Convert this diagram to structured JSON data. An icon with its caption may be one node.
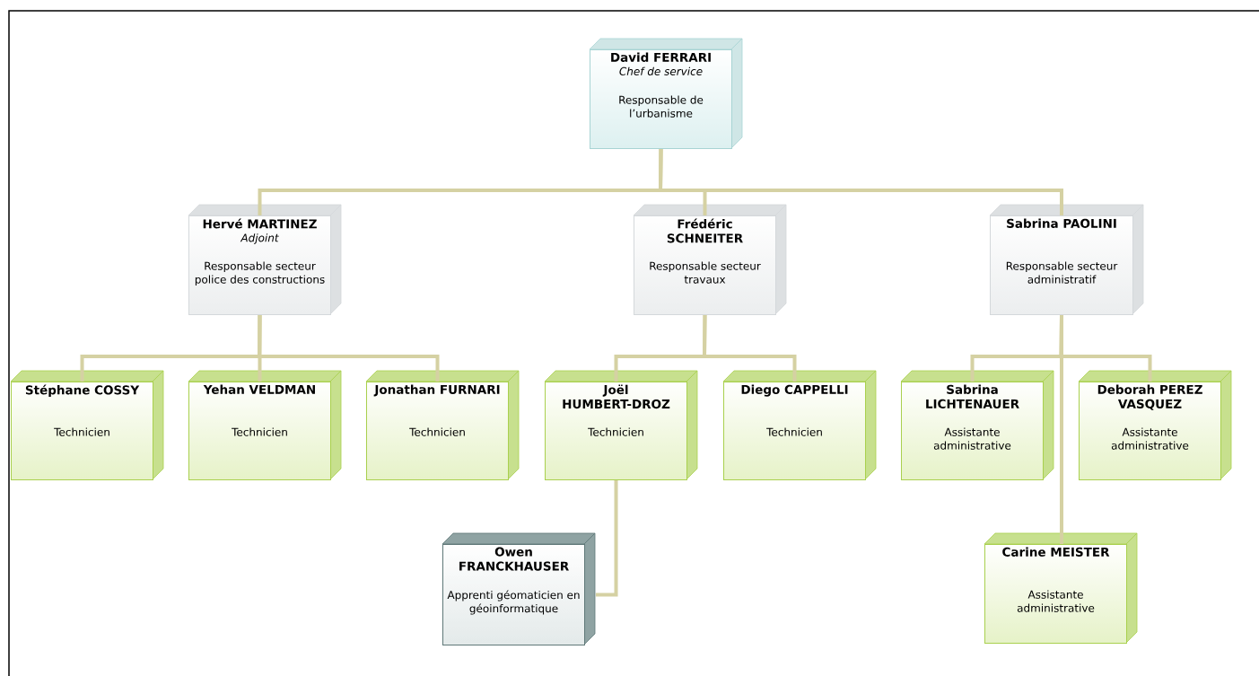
{
  "diagram": {
    "nodes": [
      {
        "text": [
          "David FERRARI",
          "Chef de service",
          "Responsable de l’urbanisme"
        ]
      },
      {
        "text": [
          "Hervé MARTINEZ",
          "Adjoint",
          "Responsable secteur police des constructions"
        ]
      },
      {
        "text": [
          "Frédéric SCHNEITER",
          "Responsable secteur travaux"
        ]
      },
      {
        "text": [
          "Sabrina PAOLINI",
          "Responsable secteur administratif"
        ]
      },
      {
        "text": [
          "Stéphane COSSY",
          "Technicien"
        ]
      },
      {
        "text": [
          "Yehan VELDMAN",
          "Technicien"
        ]
      },
      {
        "text": [
          "Jonathan FURNARI",
          "Technicien"
        ]
      },
      {
        "text": [
          "Joël HUMBERT-DROZ",
          "Technicien"
        ]
      },
      {
        "text": [
          "Diego CAPPELLI",
          "Technicien"
        ]
      },
      {
        "text": [
          "Sabrina LICHTENAUER",
          "Assistante administrative"
        ]
      },
      {
        "text": [
          "Deborah PEREZ VASQUEZ",
          "Assistante administrative"
        ]
      },
      {
        "text": [
          "Owen FRANCKHAUSER",
          "Apprenti géomaticien en géoinformatique"
        ]
      },
      {
        "text": [
          "Carine MEISTER",
          "Assistante administrative"
        ]
      }
    ],
    "edges": [
      {
        "from": 0,
        "to": 1,
        "arrow": "none"
      },
      {
        "from": 0,
        "to": 2,
        "arrow": "none"
      },
      {
        "from": 0,
        "to": 3,
        "arrow": "none"
      },
      {
        "from": 1,
        "to": 4,
        "arrow": "none"
      },
      {
        "from": 1,
        "to": 5,
        "arrow": "none"
      },
      {
        "from": 1,
        "to": 6,
        "arrow": "none"
      },
      {
        "from": 2,
        "to": 7,
        "arrow": "none"
      },
      {
        "from": 2,
        "to": 8,
        "arrow": "none"
      },
      {
        "from": 3,
        "to": 9,
        "arrow": "none"
      },
      {
        "from": 3,
        "to": 10,
        "arrow": "none"
      },
      {
        "from": 7,
        "to": 11,
        "arrow": "none"
      },
      {
        "from": 3,
        "to": 12,
        "arrow": "none"
      }
    ]
  }
}
